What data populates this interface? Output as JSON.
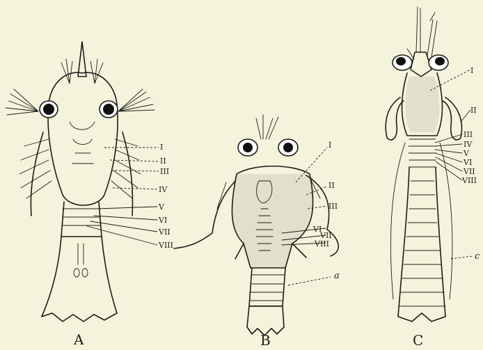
{
  "panels": [
    {
      "label": "A",
      "segment_labels": [
        "I",
        "II",
        "III",
        "IV",
        "V",
        "VI",
        "VII",
        "VIII"
      ]
    },
    {
      "label": "B",
      "segment_labels": [
        "I",
        "II",
        "III",
        "VI",
        "VII",
        "VIII"
      ],
      "extra_label": "a"
    },
    {
      "label": "C",
      "segment_labels": [
        "I",
        "II",
        "III",
        "IV",
        "V",
        "VI",
        "VII",
        "VIII"
      ],
      "extra_label": "c"
    }
  ]
}
